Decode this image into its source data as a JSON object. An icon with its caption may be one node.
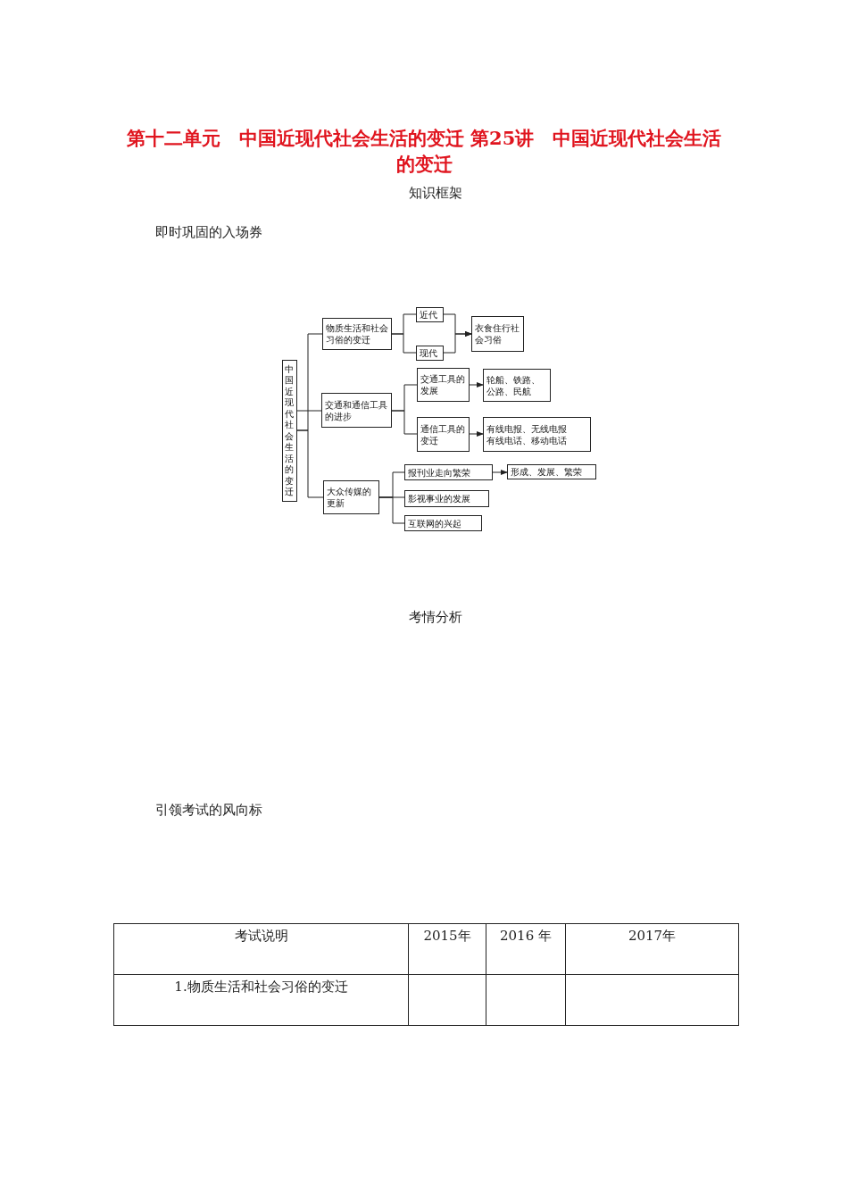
{
  "diagram": {
    "title": "第十二单元　中国近现代社会生活的变迁 第25讲　中国近现代社会生活的变迁",
    "nodes": [
      {
        "text": [
          "中国近现代社会生活的变迁"
        ]
      },
      {
        "text": [
          "物质生活和社会习俗的变迁"
        ]
      },
      {
        "text": [
          "近代"
        ]
      },
      {
        "text": [
          "现代"
        ]
      },
      {
        "text": [
          "衣食住行社会习俗"
        ]
      },
      {
        "text": [
          "交通和通信工具的进步"
        ]
      },
      {
        "text": [
          "交通工具的发展"
        ]
      },
      {
        "text": [
          "轮船、铁路、公路、民航"
        ]
      },
      {
        "text": [
          "通信工具的变迁"
        ]
      },
      {
        "text": [
          "有线电报、无线电报",
          "有线电话、移动电话"
        ]
      },
      {
        "text": [
          "大众传媒的更新"
        ]
      },
      {
        "text": [
          "报刊业走向繁荣"
        ]
      },
      {
        "text": [
          "形成、发展、繁荣"
        ]
      },
      {
        "text": [
          "影视事业的发展"
        ]
      },
      {
        "text": [
          "互联网的兴起"
        ]
      }
    ],
    "edges": [
      {
        "from": 0,
        "to": 1,
        "arrow": "none"
      },
      {
        "from": 0,
        "to": 5,
        "arrow": "none"
      },
      {
        "from": 0,
        "to": 10,
        "arrow": "none"
      },
      {
        "from": 1,
        "to": 2,
        "arrow": "none"
      },
      {
        "from": 1,
        "to": 3,
        "arrow": "none"
      },
      {
        "from": 2,
        "to": 4,
        "arrow": "to"
      },
      {
        "from": 3,
        "to": 4,
        "arrow": "to"
      },
      {
        "from": 5,
        "to": 6,
        "arrow": "none"
      },
      {
        "from": 5,
        "to": 8,
        "arrow": "none"
      },
      {
        "from": 6,
        "to": 7,
        "arrow": "to"
      },
      {
        "from": 8,
        "to": 9,
        "arrow": "to"
      },
      {
        "from": 10,
        "to": 11,
        "arrow": "none"
      },
      {
        "from": 10,
        "to": 13,
        "arrow": "none"
      },
      {
        "from": 10,
        "to": 14,
        "arrow": "none"
      },
      {
        "from": 11,
        "to": 12,
        "arrow": "to"
      }
    ],
    "labels": [
      "知识框架",
      "即时巩固的入场券",
      "考情分析",
      "引领考试的风向标",
      "考试说明",
      "2015年",
      "2016 年",
      "2017年",
      "1.物质生活和社会习俗的变迁"
    ]
  }
}
